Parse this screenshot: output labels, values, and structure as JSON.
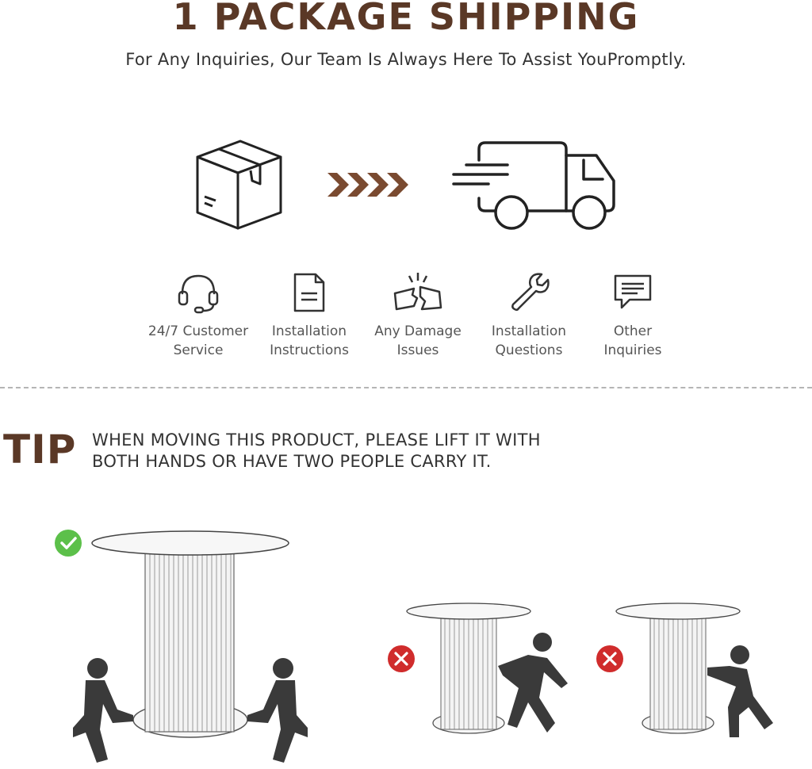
{
  "header": {
    "title": "1 PACKAGE SHIPPING",
    "subtitle": "For Any Inquiries, Our Team Is Always Here To Assist YouPromptly."
  },
  "hero": {
    "icons": [
      "package-box-icon",
      "chevrons-right-icon",
      "delivery-truck-icon"
    ],
    "accent_color": "#7a4a30"
  },
  "services": [
    {
      "icon": "headset-icon",
      "line1": "24/7 Customer",
      "line2": "Service"
    },
    {
      "icon": "document-icon",
      "line1": "Installation",
      "line2": "Instructions"
    },
    {
      "icon": "broken-box-icon",
      "line1": "Any Damage",
      "line2": "Issues"
    },
    {
      "icon": "wrench-icon",
      "line1": "Installation",
      "line2": "Questions"
    },
    {
      "icon": "chat-bubble-icon",
      "line1": "Other",
      "line2": "Inquiries"
    }
  ],
  "tip": {
    "word": "TIP",
    "line1": "WHEN MOVING THIS PRODUCT, PLEASE LIFT IT WITH",
    "line2": "BOTH HANDS OR HAVE TWO PEOPLE CARRY IT."
  },
  "illustrations": {
    "correct": {
      "icon": "check-icon",
      "color": "#5cc04a"
    },
    "wrong_push_run": {
      "icon": "cross-icon",
      "color": "#d02c2c"
    },
    "wrong_push_side": {
      "icon": "cross-icon",
      "color": "#d02c2c"
    }
  }
}
